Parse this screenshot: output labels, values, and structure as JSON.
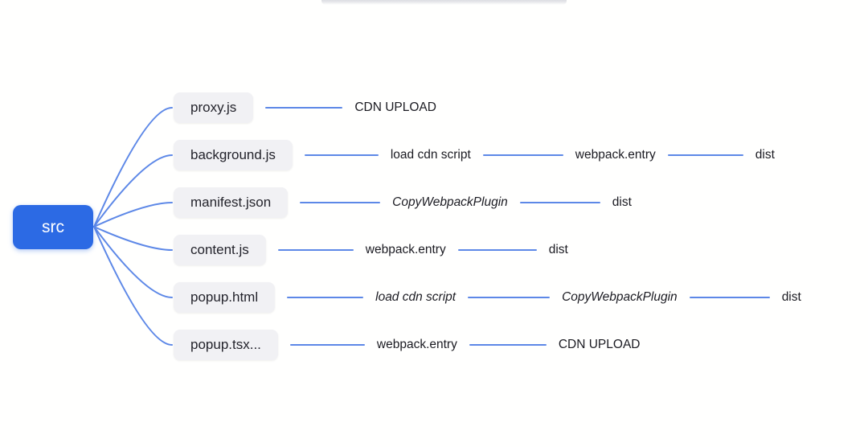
{
  "root": {
    "label": "src"
  },
  "branches": [
    {
      "file": "proxy.js",
      "chain": [
        {
          "label": "CDN UPLOAD",
          "italic": false
        }
      ]
    },
    {
      "file": "background.js",
      "chain": [
        {
          "label": "load cdn script",
          "italic": false
        },
        {
          "label": "webpack.entry",
          "italic": false
        },
        {
          "label": "dist",
          "italic": false
        }
      ]
    },
    {
      "file": "manifest.json",
      "chain": [
        {
          "label": "CopyWebpackPlugin",
          "italic": true
        },
        {
          "label": "dist",
          "italic": false
        }
      ]
    },
    {
      "file": "content.js",
      "chain": [
        {
          "label": "webpack.entry",
          "italic": false
        },
        {
          "label": "dist",
          "italic": false
        }
      ]
    },
    {
      "file": "popup.html",
      "chain": [
        {
          "label": "load cdn script",
          "italic": true
        },
        {
          "label": "CopyWebpackPlugin",
          "italic": true
        },
        {
          "label": "dist",
          "italic": false
        }
      ]
    },
    {
      "file": "popup.tsx...",
      "chain": [
        {
          "label": "webpack.entry",
          "italic": false
        },
        {
          "label": "CDN UPLOAD",
          "italic": false
        }
      ]
    }
  ],
  "colors": {
    "root_fill": "#2c6ae4",
    "root_text": "#ffffff",
    "connector": "#5d88e7",
    "file_node_fill": "#f1f1f4",
    "text": "#1b1b22"
  }
}
